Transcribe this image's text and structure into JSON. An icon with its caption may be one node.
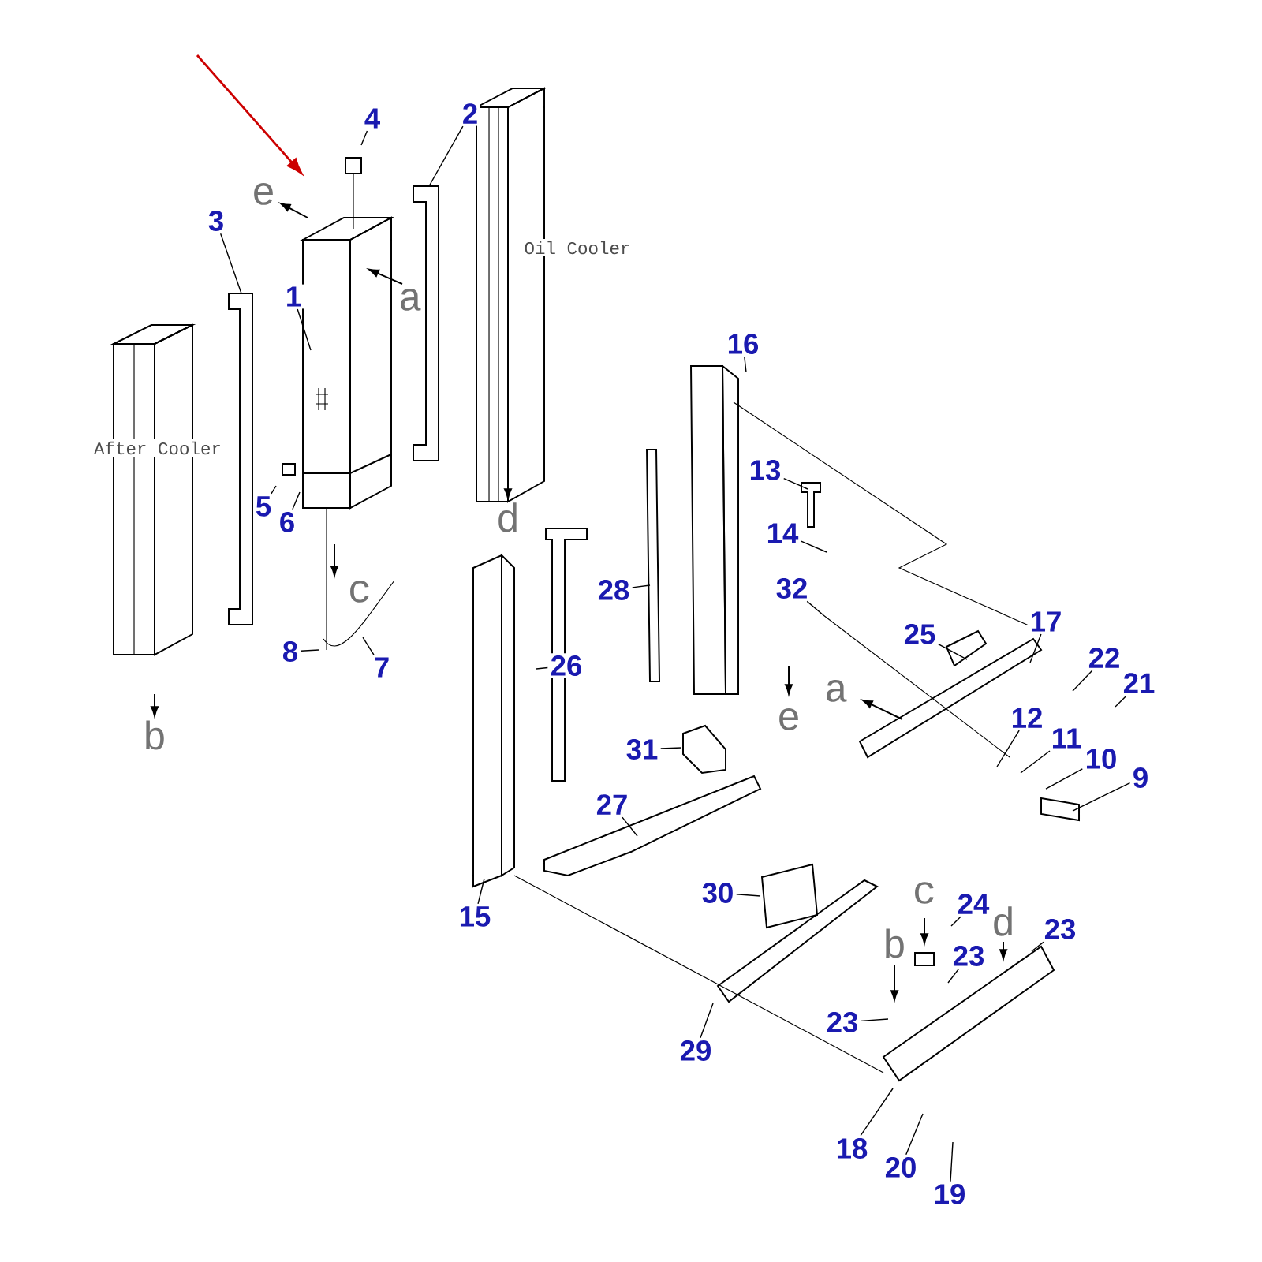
{
  "diagram": {
    "nodes": [
      {
        "text": [
          "1"
        ]
      },
      {
        "text": [
          "2"
        ]
      },
      {
        "text": [
          "3"
        ]
      },
      {
        "text": [
          "4"
        ]
      },
      {
        "text": [
          "5"
        ]
      },
      {
        "text": [
          "6"
        ]
      },
      {
        "text": [
          "7"
        ]
      },
      {
        "text": [
          "8"
        ]
      },
      {
        "text": [
          "9"
        ]
      },
      {
        "text": [
          "10"
        ]
      },
      {
        "text": [
          "11"
        ]
      },
      {
        "text": [
          "12"
        ]
      },
      {
        "text": [
          "13"
        ]
      },
      {
        "text": [
          "14"
        ]
      },
      {
        "text": [
          "15"
        ]
      },
      {
        "text": [
          "16"
        ]
      },
      {
        "text": [
          "17"
        ]
      },
      {
        "text": [
          "18"
        ]
      },
      {
        "text": [
          "19"
        ]
      },
      {
        "text": [
          "20"
        ]
      },
      {
        "text": [
          "21"
        ]
      },
      {
        "text": [
          "22"
        ]
      },
      {
        "text": [
          "23"
        ]
      },
      {
        "text": [
          "23"
        ]
      },
      {
        "text": [
          "23"
        ]
      },
      {
        "text": [
          "24"
        ]
      },
      {
        "text": [
          "25"
        ]
      },
      {
        "text": [
          "26"
        ]
      },
      {
        "text": [
          "27"
        ]
      },
      {
        "text": [
          "28"
        ]
      },
      {
        "text": [
          "29"
        ]
      },
      {
        "text": [
          "30"
        ]
      },
      {
        "text": [
          "31"
        ]
      },
      {
        "text": [
          "32"
        ]
      }
    ],
    "edges": [
      {
        "from": 0,
        "to": null,
        "arrow": "none"
      },
      {
        "from": 1,
        "to": null,
        "arrow": "none"
      },
      {
        "from": 2,
        "to": null,
        "arrow": "none"
      },
      {
        "from": 3,
        "to": null,
        "arrow": "none"
      },
      {
        "from": 4,
        "to": null,
        "arrow": "none"
      },
      {
        "from": 5,
        "to": null,
        "arrow": "none"
      },
      {
        "from": 6,
        "to": null,
        "arrow": "none"
      },
      {
        "from": 7,
        "to": null,
        "arrow": "none"
      },
      {
        "from": 8,
        "to": null,
        "arrow": "none"
      },
      {
        "from": 9,
        "to": null,
        "arrow": "none"
      },
      {
        "from": 10,
        "to": null,
        "arrow": "none"
      },
      {
        "from": 11,
        "to": null,
        "arrow": "none"
      },
      {
        "from": 12,
        "to": null,
        "arrow": "none"
      },
      {
        "from": 13,
        "to": null,
        "arrow": "none"
      },
      {
        "from": 14,
        "to": null,
        "arrow": "none"
      },
      {
        "from": 15,
        "to": null,
        "arrow": "none"
      },
      {
        "from": 16,
        "to": null,
        "arrow": "none"
      },
      {
        "from": 17,
        "to": null,
        "arrow": "none"
      },
      {
        "from": 18,
        "to": null,
        "arrow": "none"
      },
      {
        "from": 19,
        "to": null,
        "arrow": "none"
      },
      {
        "from": 20,
        "to": null,
        "arrow": "none"
      },
      {
        "from": 21,
        "to": null,
        "arrow": "none"
      },
      {
        "from": 22,
        "to": null,
        "arrow": "none"
      },
      {
        "from": 23,
        "to": null,
        "arrow": "none"
      },
      {
        "from": 24,
        "to": null,
        "arrow": "none"
      },
      {
        "from": 25,
        "to": null,
        "arrow": "none"
      },
      {
        "from": 26,
        "to": null,
        "arrow": "none"
      },
      {
        "from": 27,
        "to": null,
        "arrow": "none"
      },
      {
        "from": 28,
        "to": null,
        "arrow": "none"
      },
      {
        "from": 29,
        "to": null,
        "arrow": "none"
      },
      {
        "from": 30,
        "to": null,
        "arrow": "none"
      },
      {
        "from": 31,
        "to": null,
        "arrow": "none"
      },
      {
        "from": 32,
        "to": null,
        "arrow": "none"
      },
      {
        "from": 33,
        "to": null,
        "arrow": "none"
      }
    ],
    "labels": [
      "e",
      "a",
      "Oil Cooler",
      "After Cooler",
      "d",
      "c",
      "b",
      "e",
      "a",
      "c",
      "b",
      "d"
    ]
  }
}
